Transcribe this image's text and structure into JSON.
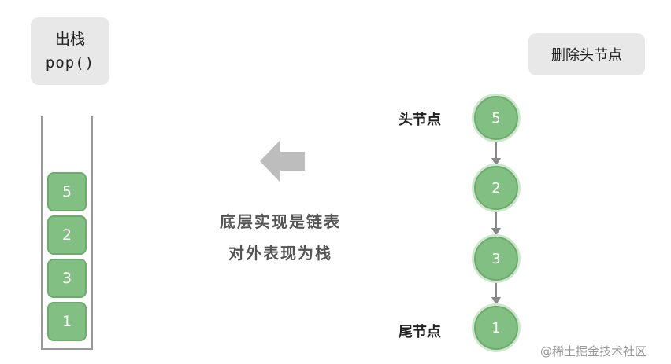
{
  "pop_box": {
    "line1": "出栈",
    "line2": "pop()"
  },
  "delete_box": {
    "label": "删除头节点"
  },
  "stack": {
    "items": [
      "5",
      "2",
      "3",
      "1"
    ]
  },
  "caption": {
    "line1": "底层实现是链表",
    "line2": "对外表现为栈"
  },
  "linked_list": {
    "head_label": "头节点",
    "tail_label": "尾节点",
    "nodes": [
      "5",
      "2",
      "3",
      "1"
    ]
  },
  "colors": {
    "node_fill": "#82bf82",
    "arrow": "#bdbdbd",
    "box_bg": "#e8e8e8"
  },
  "watermark": "@稀土掘金技术社区"
}
